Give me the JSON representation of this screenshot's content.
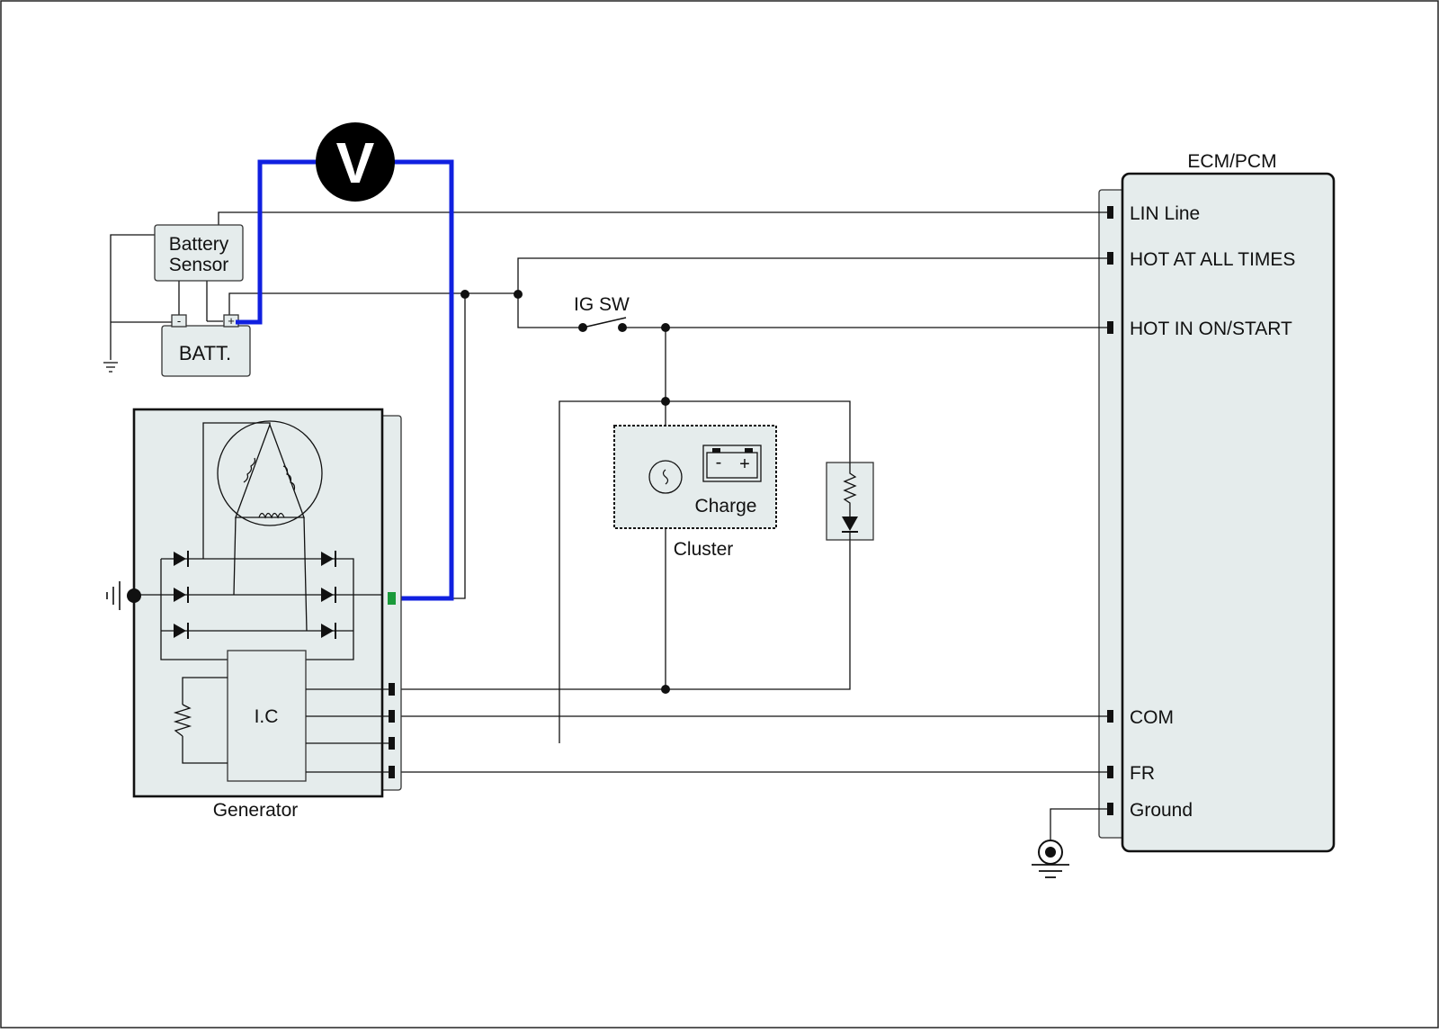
{
  "labels": {
    "ecm": "ECM/PCM",
    "lin_line": "LIN Line",
    "hot_all_times": "HOT AT ALL TIMES",
    "hot_on_start": "HOT IN ON/START",
    "com": "COM",
    "fr": "FR",
    "ground": "Ground",
    "battery_sensor_line1": "Battery",
    "battery_sensor_line2": "Sensor",
    "batt": "BATT.",
    "batt_neg": "-",
    "batt_pos": "+",
    "ig_sw": "IG SW",
    "charge": "Charge",
    "charge_neg": "-",
    "charge_pos": "+",
    "cluster": "Cluster",
    "generator": "Generator",
    "ic": "I.C",
    "voltmeter": "V"
  },
  "colors": {
    "measurement_wire": "#1020e0",
    "component_fill": "#e5ecec",
    "output_terminal": "#1a9a3a"
  }
}
